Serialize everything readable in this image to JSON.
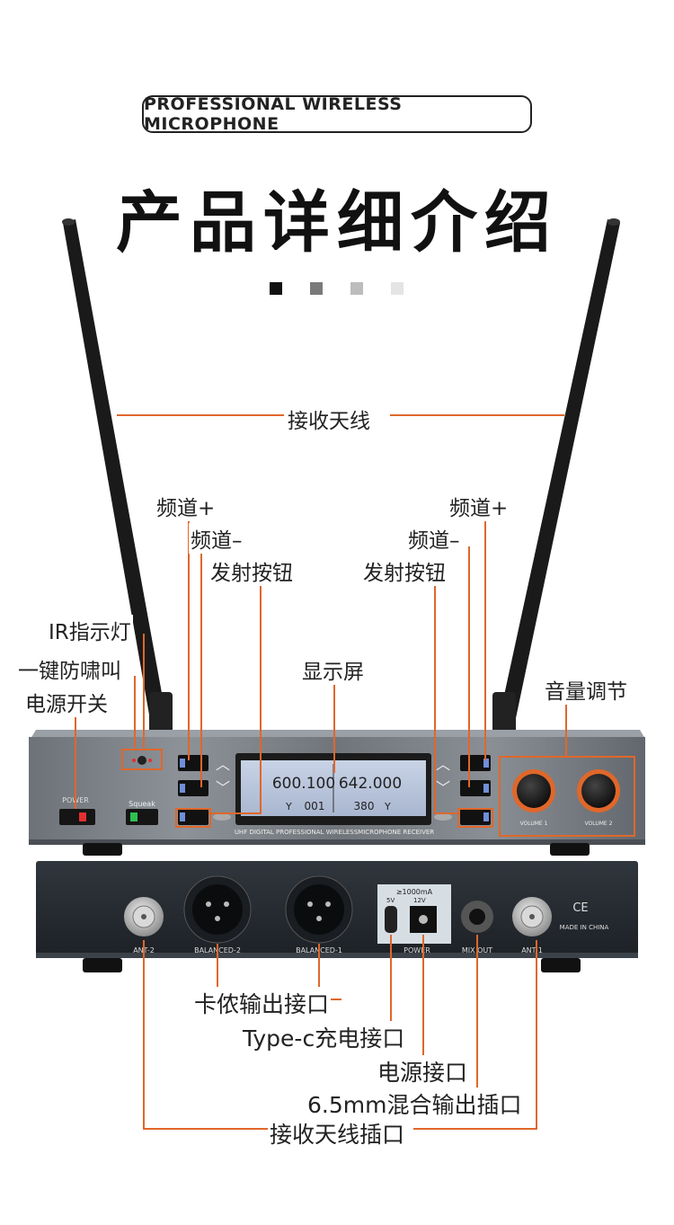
{
  "header": {
    "badge": "PROFESSIONAL WIRELESS MICROPHONE",
    "title": "产品详细介绍"
  },
  "colors": {
    "accent": "#e0672a",
    "dots": [
      "#111111",
      "#7a7a7a",
      "#bdbdbd",
      "#e4e4e4"
    ]
  },
  "labels": {
    "antenna": "接收天线",
    "ch_up_left": "频道+",
    "ch_down_left": "频道–",
    "transmit_left": "发射按钮",
    "ch_up_right": "频道+",
    "ch_down_right": "频道–",
    "transmit_right": "发射按钮",
    "ir_light": "IR指示灯",
    "anti_howl": "一键防啸叫",
    "power_switch": "电源开关",
    "display": "显示屏",
    "volume": "音量调节",
    "xlr_out": "卡侬输出接口",
    "typec": "Type-c充电接口",
    "power_port": "电源接口",
    "mix_out": "6.5mm混合输出插口",
    "antenna_port": "接收天线插口"
  },
  "device_front": {
    "power": "POWER",
    "squeak": "Squeak",
    "freq1": "600.100",
    "freq2": "642.000",
    "ch1": "001",
    "ch2": "380",
    "strip": "UHF DIGITAL PROFESSIONAL WIRELESSMICROPHONE RECEIVER",
    "vol1": "VOLUME 1",
    "vol2": "VOLUME 2"
  },
  "device_back": {
    "ant2": "ANT-2",
    "bal2": "BALANCED-2",
    "bal1": "BALANCED-1",
    "current": "≥1000mA",
    "v5": "5V",
    "v12": "12V",
    "power": "POWER",
    "mixout": "MIX OUT",
    "ant1": "ANT-1",
    "ce": "CE",
    "made": "MADE IN CHINA"
  }
}
